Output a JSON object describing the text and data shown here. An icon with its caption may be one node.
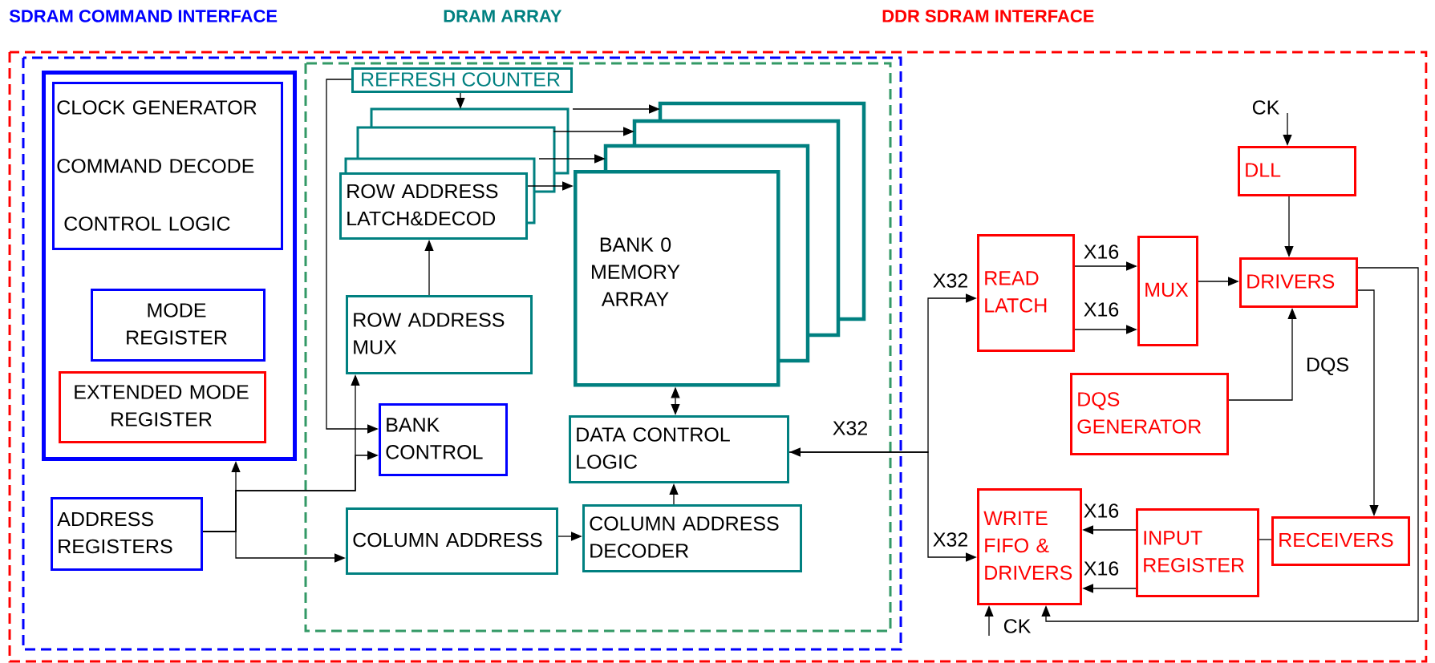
{
  "diagram": {
    "nodes": [
      {
        "text": [
          "DDR SDRAM INTERFACE"
        ]
      },
      {
        "text": [
          "SDRAM COMMAND INTERFACE"
        ],
        "in": 0
      },
      {
        "text": [],
        "shape": "box",
        "in": 1
      },
      {
        "text": [
          "CLOCK GENERATOR",
          "COMMAND DECODE",
          "CONTROL LOGIC"
        ],
        "in": 2
      },
      {
        "text": [
          "MODE REGISTER"
        ],
        "in": 2
      },
      {
        "text": [
          "EXTENDED MODE REGISTER"
        ],
        "in": 2
      },
      {
        "text": [
          "ADDRESS REGISTERS"
        ],
        "in": 1
      },
      {
        "text": [
          "DRAM ARRAY"
        ],
        "in": 1
      },
      {
        "text": [
          "REFRESH COUNTER"
        ],
        "in": 7
      },
      {
        "text": [
          "ROW ADDRESS LATCH&DECOD"
        ],
        "in": 7
      },
      {
        "text": [
          "BANK 0 MEMORY ARRAY"
        ],
        "in": 7
      },
      {
        "text": [
          "ROW ADDRESS MUX"
        ],
        "in": 7
      },
      {
        "text": [
          "BANK CONTROL"
        ],
        "in": 7
      },
      {
        "text": [
          "DATA CONTROL LOGIC"
        ],
        "in": 7
      },
      {
        "text": [
          "COLUMN ADDRESS"
        ],
        "in": 7
      },
      {
        "text": [
          "COLUMN ADDRESS DECODER"
        ],
        "in": 7
      },
      {
        "text": [
          "READ LATCH"
        ],
        "in": 0
      },
      {
        "text": [
          "MUX"
        ],
        "in": 0
      },
      {
        "text": [
          "DLL"
        ],
        "in": 0
      },
      {
        "text": [
          "DRIVERS"
        ],
        "in": 0
      },
      {
        "text": [
          "DQS GENERATOR"
        ],
        "in": 0
      },
      {
        "text": [
          "WRITE FIFO & DRIVERS"
        ],
        "in": 0
      },
      {
        "text": [
          "INPUT REGISTER"
        ],
        "in": 0
      },
      {
        "text": [
          "RECEIVERS"
        ],
        "in": 0
      }
    ],
    "edges": [
      {
        "from": 8,
        "to": 9,
        "arrow": "to"
      },
      {
        "from": 8,
        "to": 12,
        "arrow": "to"
      },
      {
        "from": 6,
        "to": 2,
        "arrow": "to"
      },
      {
        "from": 6,
        "to": 11,
        "arrow": "to"
      },
      {
        "from": 6,
        "to": 12,
        "arrow": "to"
      },
      {
        "from": 6,
        "to": 14,
        "arrow": "to"
      },
      {
        "from": 11,
        "to": 9,
        "arrow": "to"
      },
      {
        "from": 9,
        "to": 10,
        "arrow": "to"
      },
      {
        "from": 14,
        "to": 15,
        "arrow": "to"
      },
      {
        "from": 15,
        "to": 13,
        "arrow": "to"
      },
      {
        "from": 10,
        "to": 13,
        "arrow": "both"
      },
      {
        "from": 13,
        "to": 16,
        "arrow": "both",
        "label": "X32"
      },
      {
        "from": 13,
        "to": 21,
        "arrow": "to",
        "label": "X32"
      },
      {
        "from": 16,
        "to": 17,
        "arrow": "to",
        "label": "X16"
      },
      {
        "from": 16,
        "to": 17,
        "arrow": "to",
        "label": "X16"
      },
      {
        "from": 17,
        "to": 19,
        "arrow": "to"
      },
      {
        "from": null,
        "to": 18,
        "arrow": "to",
        "label": "CK"
      },
      {
        "from": 18,
        "to": 19,
        "arrow": "to"
      },
      {
        "from": 20,
        "to": 19,
        "arrow": "to",
        "label": "DQS"
      },
      {
        "from": 19,
        "to": 23,
        "arrow": "to"
      },
      {
        "from": 23,
        "to": 22,
        "arrow": "none"
      },
      {
        "from": 22,
        "to": 21,
        "arrow": "to",
        "label": "X16"
      },
      {
        "from": 22,
        "to": 21,
        "arrow": "to",
        "label": "X16"
      },
      {
        "from": 19,
        "to": 21,
        "arrow": "to"
      },
      {
        "from": null,
        "to": 21,
        "arrow": "to",
        "label": "CK"
      },
      {
        "from": 9,
        "to": 10,
        "arrow": "to"
      },
      {
        "from": 9,
        "to": 10,
        "arrow": "to"
      },
      {
        "from": 9,
        "to": 10,
        "arrow": "to"
      }
    ],
    "labels": [
      "X32"
    ]
  }
}
